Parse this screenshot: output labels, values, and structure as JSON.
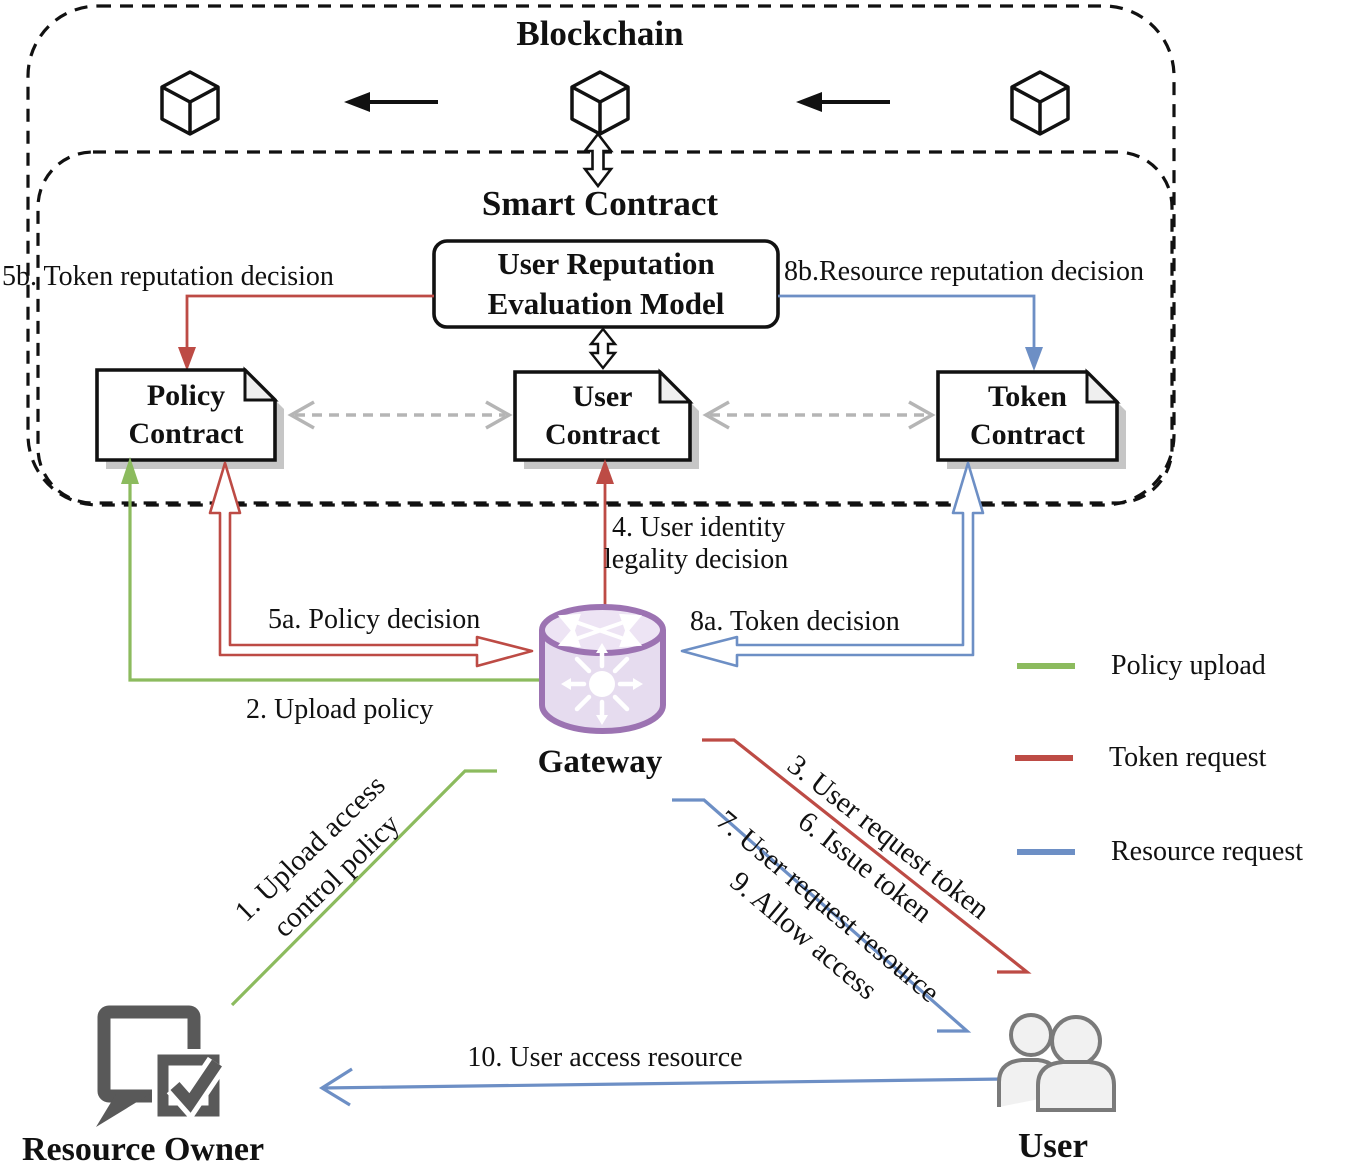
{
  "titles": {
    "blockchain": "Blockchain",
    "smart_contract": "Smart Contract"
  },
  "model": {
    "line1": "User Reputation",
    "line2": "Evaluation Model"
  },
  "contracts": {
    "policy": {
      "line1": "Policy",
      "line2": "Contract"
    },
    "user": {
      "line1": "User",
      "line2": "Contract"
    },
    "token": {
      "line1": "Token",
      "line2": "Contract"
    }
  },
  "nodes": {
    "gateway": "Gateway",
    "resource_owner": "Resource Owner",
    "user": "User"
  },
  "flows": {
    "f1_line1": "1. Upload access",
    "f1_line2": "control policy",
    "f2": "2. Upload policy",
    "f3": "3. User request token",
    "f4_line1": "4. User identity",
    "f4_line2": "legality decision",
    "f5a": "5a. Policy decision",
    "f5b": "5b. Token reputation decision",
    "f6": "6. Issue token",
    "f7": "7. User request resource",
    "f8a": "8a. Token decision",
    "f8b": "8b.Resource reputation decision",
    "f9": "9. Allow access",
    "f10": "10. User access resource"
  },
  "legend": [
    {
      "label": "Policy upload",
      "color": "#8CBB5E"
    },
    {
      "label": "Token request",
      "color": "#BD4B45"
    },
    {
      "label": "Resource request",
      "color": "#6D8FC5"
    }
  ],
  "colors": {
    "policy_upload_green": "#8CBB5E",
    "token_request_red": "#BD4B45",
    "resource_request_blue": "#6D8FC5",
    "gateway_purple_border": "#9C73B2",
    "gateway_purple_fill": "#E6DCEF",
    "icon_dark_gray": "#595959",
    "dashed_link_gray": "#B5B5B5"
  }
}
